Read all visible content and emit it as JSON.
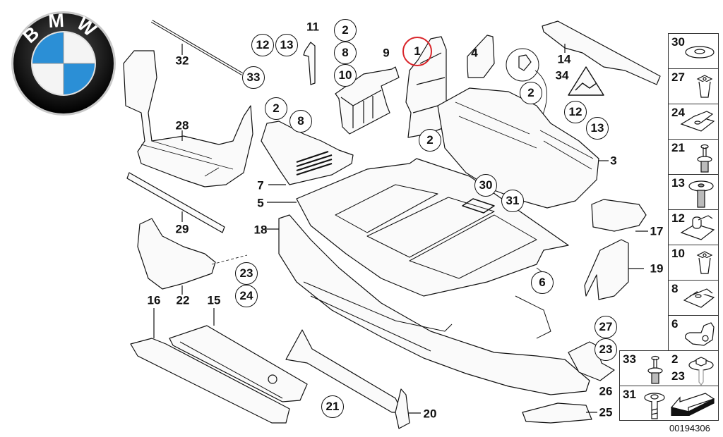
{
  "brand": {
    "name": "BMW",
    "letters": [
      "B",
      "M",
      "W"
    ],
    "blue": "#2b8fd6",
    "ring": "#1a1a1a"
  },
  "highlight_color": "#d9262b",
  "diagram": {
    "title": "Front underbody / air duct trim panels",
    "highlighted_part": "1",
    "catalog_number": "00194306",
    "plain_labels": [
      "32",
      "11",
      "9",
      "14",
      "34",
      "28",
      "7",
      "5",
      "3",
      "18",
      "29",
      "17",
      "19",
      "16",
      "22",
      "15",
      "26",
      "25",
      "20",
      "4"
    ],
    "circled_labels": [
      "12",
      "13",
      "33",
      "2",
      "8",
      "10",
      "1",
      "2",
      "2",
      "8",
      "2",
      "12",
      "13",
      "30",
      "31",
      "23",
      "24",
      "6",
      "27",
      "23",
      "21"
    ]
  },
  "legend": {
    "items": [
      {
        "number": "30",
        "icon": "washer-icon"
      },
      {
        "number": "27",
        "icon": "expanding-nut-icon"
      },
      {
        "number": "24",
        "icon": "spring-nut-icon"
      },
      {
        "number": "21",
        "icon": "expanding-rivet-icon"
      },
      {
        "number": "13",
        "icon": "fillister-screw-icon"
      },
      {
        "number": "12",
        "icon": "clip-nut-icon"
      },
      {
        "number": "10",
        "icon": "expanding-nut-icon"
      },
      {
        "number": "8",
        "icon": "spring-nut-icon"
      },
      {
        "number": "6",
        "icon": "clamp-icon"
      },
      {
        "number": "2",
        "number2": "23",
        "icon": "hex-bolt-washer-icon"
      },
      {
        "number": "",
        "icon": "direction-arrow-icon"
      }
    ],
    "extra_items": [
      {
        "number": "33",
        "icon": "expanding-rivet-icon"
      },
      {
        "number": "31",
        "icon": "plastic-screw-icon"
      }
    ]
  }
}
